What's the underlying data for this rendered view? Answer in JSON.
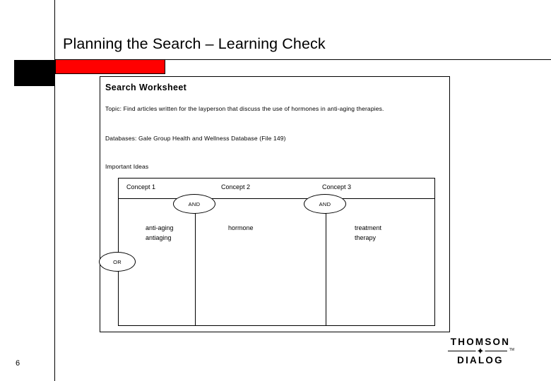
{
  "slide": {
    "title": "Planning the Search – Learning Check",
    "page_number": "6",
    "accent_color": "#ff0000",
    "line_color": "#000000"
  },
  "worksheet": {
    "heading": "Search Worksheet",
    "topic": "Topic:  Find articles written for the layperson that discuss the use of hormones in anti-aging therapies.",
    "databases": "Databases:  Gale Group Health and Wellness Database (File 149)",
    "important_ideas": "Important Ideas",
    "table": {
      "headers": [
        "Concept 1",
        "Concept 2",
        "Concept 3"
      ],
      "terms": [
        [
          "anti-aging",
          "antiaging"
        ],
        [
          "hormone"
        ],
        [
          "treatment",
          "therapy"
        ]
      ],
      "operators": {
        "and_1": "AND",
        "and_2": "AND",
        "or_1": "OR"
      }
    }
  },
  "logo": {
    "top": "THOMSON",
    "bottom": "DIALOG",
    "star": "✦",
    "tm": "TM"
  }
}
